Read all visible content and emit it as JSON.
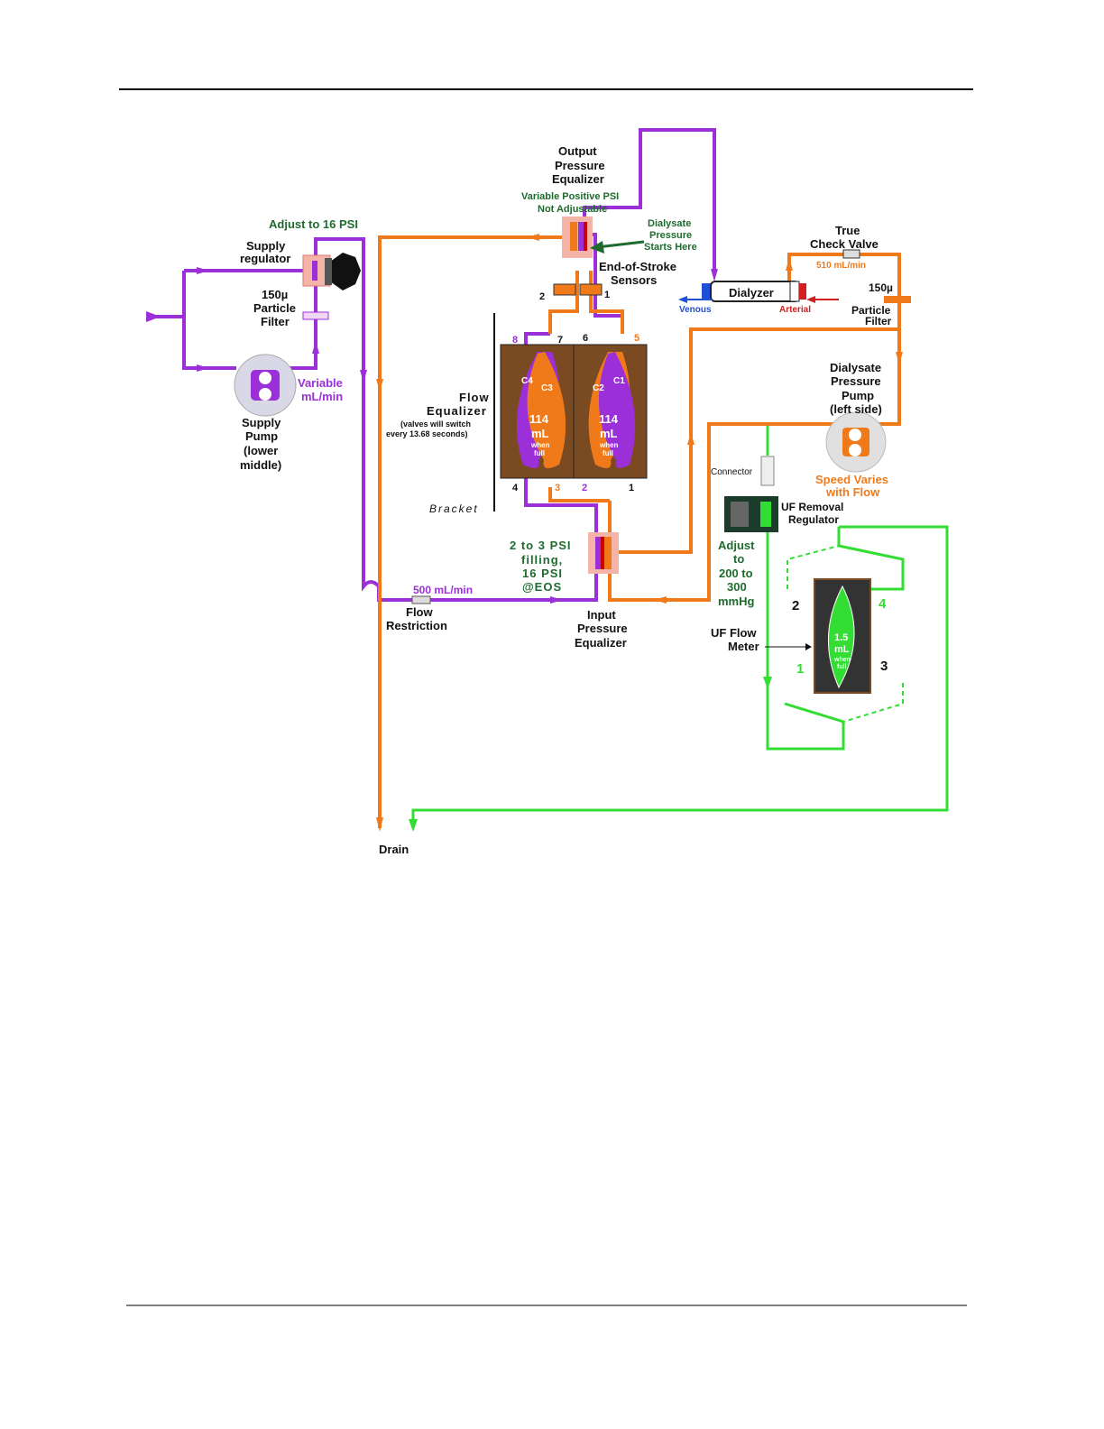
{
  "colors": {
    "supply_line": "#9b30d9",
    "dialysate_line": "#f07a1a",
    "uf_line": "#33dd33",
    "annotation_green": "#1e6b2e",
    "chamber_frame": "#7a4a22",
    "venous_blue": "#1f4fd6",
    "arterial_red": "#d12020"
  },
  "labels": {
    "adjust_16": "Adjust to 16 PSI",
    "supply_regulator_1": "Supply",
    "supply_regulator_2": "regulator",
    "filter150_1": "150µ",
    "filter150_2": "Particle",
    "filter150_3": "Filter",
    "supply_pump_1": "Supply",
    "supply_pump_2": "Pump",
    "supply_pump_3": "(lower",
    "supply_pump_4": "middle)",
    "variable_1": "Variable",
    "variable_2": "mL/min",
    "output_eq_1": "Output",
    "output_eq_2": "Pressure",
    "output_eq_3": "Equalizer",
    "var_pos_psi_1": "Variable Positive PSI",
    "var_pos_psi_2": "Not Adjustable",
    "dialysate_starts_1": "Dialysate",
    "dialysate_starts_2": "Pressure",
    "dialysate_starts_3": "Starts Here",
    "eos_1": "End-of-Stroke",
    "eos_2": "Sensors",
    "sensor_2": "2",
    "sensor_1": "1",
    "true_check_1": "True",
    "true_check_2": "Check Valve",
    "flow_510": "510 mL/min",
    "dialyzer": "Dialyzer",
    "venous": "Venous",
    "arterial": "Arterial",
    "filter150r_1": "150µ",
    "filter150r_2": "Particle",
    "filter150r_3": "Filter",
    "dp_pump_1": "Dialysate",
    "dp_pump_2": "Pressure",
    "dp_pump_3": "Pump",
    "dp_pump_4": "(left side)",
    "speed_1": "Speed Varies",
    "speed_2": "with Flow",
    "flow_eq_1": "Flow",
    "flow_eq_2": "Equalizer",
    "flow_eq_3": "(valves will switch",
    "flow_eq_4": "every 13.68 seconds)",
    "bracket": "Bracket",
    "c1": "C1",
    "c2": "C2",
    "c3": "C3",
    "c4": "C4",
    "vol_114": "114",
    "vol_ml": "mL",
    "when": "when",
    "full": "full",
    "v8": "8",
    "v7": "7",
    "v6": "6",
    "v5": "5",
    "v4": "4",
    "v3": "3",
    "v2": "2",
    "v1": "1",
    "psi_1": "2 to 3 PSI",
    "psi_2": "filling,",
    "psi_3": "16 PSI",
    "psi_4": "@EOS",
    "flow_500": "500 mL/min",
    "flow_restr_1": "Flow",
    "flow_restr_2": "Restriction",
    "input_eq_1": "Input",
    "input_eq_2": "Pressure",
    "input_eq_3": "Equalizer",
    "connector": "Connector",
    "uf_reg_1": "UF Removal",
    "uf_reg_2": "Regulator",
    "adjust_mmhg_1": "Adjust",
    "adjust_mmhg_2": "to",
    "adjust_mmhg_3": "200 to",
    "adjust_mmhg_4": "300",
    "adjust_mmhg_5": "mmHg",
    "uf_meter_1": "UF Flow",
    "uf_meter_2": "Meter",
    "uf_vol_1": "1.5",
    "uf_vol_2": "mL",
    "uf_v1": "1",
    "uf_v2": "2",
    "uf_v3": "3",
    "uf_v4": "4",
    "drain": "Drain"
  }
}
